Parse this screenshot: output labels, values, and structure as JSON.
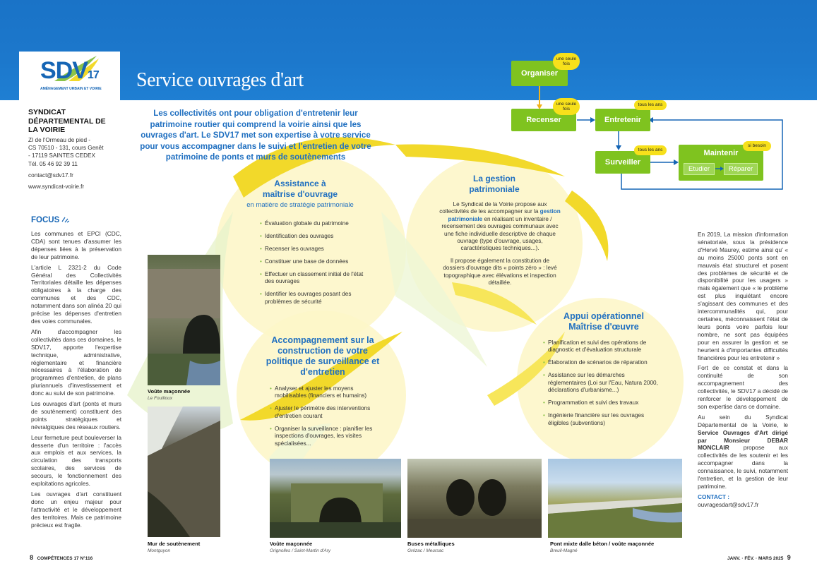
{
  "logo": {
    "name": "SDV",
    "number": "17",
    "tagline": "AMÉNAGEMENT URBAIN ET VOIRIE"
  },
  "org": {
    "lines": [
      "SYNDICAT",
      "DÉPARTEMENTAL DE",
      "LA VOIRIE"
    ]
  },
  "address": {
    "lines": [
      "ZI de l'Ormeau de pied -",
      "CS 70510 - 131, cours Genêt",
      "- 17119 SAINTES CEDEX",
      "Tél. 05 46 92 39 11"
    ],
    "email": "contact@sdv17.fr",
    "web": "www.syndicat-voirie.fr"
  },
  "focus": {
    "title": "FOCUS",
    "paragraphs": [
      "Les communes et EPCI (CDC, CDA) sont tenues d'assumer les dépenses liées à la préservation de leur patrimoine.",
      "L'article L 2321-2 du Code Général des Collectivités Territoriales détaille les dépenses obligatoires à la charge des communes et des CDC, notamment dans son alinéa 20 qui précise les dépenses d'entretien des voies communales.",
      "Afin d'accompagner les collectivités dans ces domaines, le SDV17, apporte l'expertise technique, administrative, réglementaire et financière nécessaires à l'élaboration de programmes d'entretien, de plans pluriannuels d'investissement et donc au suivi de son patrimoine.",
      "Les ouvrages d'art (ponts et murs de soutènement) constituent des points stratégiques et névralgiques des réseaux routiers.",
      "Leur fermeture peut bouleverser la desserte d'un territoire : l'accès aux emplois et aux services, la circulation des transports scolaires, des services de secours, le fonctionnement des exploitations agricoles.",
      "Les ouvrages d'art constituent donc un enjeu majeur pour l'attractivité et le développement des territoires. Mais ce patrimoine précieux est fragile."
    ]
  },
  "title": "Service ouvrages d'art",
  "intro": "Les collectivités ont pour obligation d'entretenir leur patrimoine routier qui comprend la voirie ainsi que les ouvrages d'art. Le SDV17 met son expertise à votre service pour vous accompagner dans le suivi et l'entretien de votre patrimoine de ponts et murs de soutènements",
  "flow": {
    "organiser": "Organiser",
    "recenser": "Recenser",
    "entretenir": "Entretenir",
    "surveiller": "Surveiller",
    "maintenir": "Maintenir",
    "etudier": "Etudier",
    "reparer": "Réparer",
    "badge_une_seule_fois": "une seule fois",
    "badge_tous_les_ans": "tous les ans",
    "badge_si_besoin": "si besoin"
  },
  "assistance": {
    "title_line1": "Assistance à",
    "title_line2": "maîtrise d'ouvrage",
    "subtitle": "en matière de stratégie patrimoniale",
    "items": [
      "Évaluation globale du patrimoine",
      "Identification des ouvrages",
      "Recenser les ouvrages",
      "Constituer une base de données",
      "Effectuer un classement initial de l'état des ouvrages",
      "Identifier les ouvrages posant des problèmes de sécurité"
    ]
  },
  "gestion": {
    "title_line1": "La gestion",
    "title_line2": "patrimoniale",
    "p1_before": "Le Syndicat de la Voirie propose aux collectivités de les accompagner sur la",
    "p1_hl": "gestion patrimoniale",
    "p1_after": "en réalisant un inventaire / recensement des ouvrages communaux avec une fiche individuelle descriptive de chaque ouvrage (type d'ouvrage, usages, caractéristiques techniques...).",
    "p2": "Il propose également la constitution de dossiers d'ouvrage dits « points zéro » : levé topographique avec élévations et inspection détaillée."
  },
  "accompagnement": {
    "title": "Accompagnement sur la construction de votre politique de surveillance et d'entretien",
    "items": [
      "Analyser et ajuster les moyens mobilisables (financiers et humains)",
      "Ajuster le périmètre des interventions d'entretien courant",
      "Organiser la surveillance : planifier les inspections d'ouvrages, les visites spécialisées..."
    ]
  },
  "appui": {
    "title_line1": "Appui opérationnel",
    "title_line2": "Maîtrise d'œuvre",
    "items": [
      "Planification et suivi des opérations de diagnostic et d'évaluation structurale",
      "Élaboration de scénarios de réparation",
      "Assistance sur les démarches réglementaires (Loi sur l'Eau, Natura 2000, déclarations d'urbanisme...)",
      "Programmation et suivi des travaux",
      "Ingénierie financière sur les ouvrages éligibles (subventions)"
    ]
  },
  "photos": [
    {
      "caption": "Voûte maçonnée",
      "location": "Le Fouilloux"
    },
    {
      "caption": "Mur de soutènement",
      "location": "Montguyon"
    },
    {
      "caption": "Voûte maçonnée",
      "location": "Orignolles / Saint-Martin d'Ary"
    },
    {
      "caption": "Buses métalliques",
      "location": "Grézac / Meursac"
    },
    {
      "caption": "Pont mixte dalle béton / voûte maçonnée",
      "location": "Breuil-Magné"
    }
  ],
  "right": {
    "p1": "En 2019, La mission d'information sénatoriale, sous la présidence d'Hervé Maurey, estime ainsi qu' « au moins 25000 ponts sont en mauvais état structurel et posent des problèmes de sécurité et de disponibilité pour les usagers » mais également que « le problème est plus inquiétant encore s'agissant des communes et des intercommunalités qui, pour certaines, méconnaissent l'état de leurs ponts voire parfois leur nombre, ne sont pas équipées pour en assurer la gestion et se heurtent à d'importantes difficultés financières pour les entretenir »",
    "p2": "Fort de ce constat et dans la continuité de son accompagnement des collectivités, le SDV17 a décidé de renforcer le développement de son expertise dans ce domaine.",
    "p3_before": "Au sein du Syndicat Départemental de la Voirie, le",
    "p3_bold": "Service Ouvrages d'Art dirigé par Monsieur DEBAR MONCLAIR",
    "p3_after": "propose aux collectivités de les soutenir et les accompagner dans la connaissance, le suivi, notamment l'entretien, et la gestion de leur patrimoine.",
    "contact_label": "CONTACT :",
    "contact_email": "ouvragesdart@sdv17.fr"
  },
  "footer": {
    "left_num": "8",
    "left_text": "COMPÉTENCES 17 N°116",
    "right_text": "JANV. · FÉV. · MARS 2025",
    "right_num": "9"
  }
}
